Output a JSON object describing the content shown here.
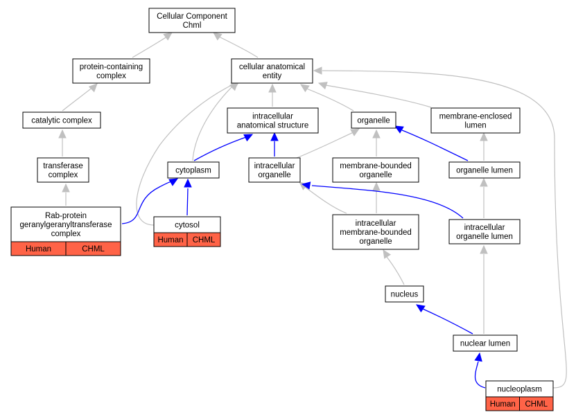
{
  "nodes": {
    "root": {
      "lines": [
        "Cellular Component",
        "Chml"
      ]
    },
    "pcc": {
      "lines": [
        "protein-containing",
        "complex"
      ]
    },
    "cae": {
      "lines": [
        "cellular anatomical",
        "entity"
      ]
    },
    "catalytic": {
      "lines": [
        "catalytic complex"
      ]
    },
    "ias": {
      "lines": [
        "intracellular",
        "anatomical structure"
      ]
    },
    "organelle": {
      "lines": [
        "organelle"
      ]
    },
    "mel": {
      "lines": [
        "membrane-enclosed",
        "lumen"
      ]
    },
    "transferase": {
      "lines": [
        "transferase",
        "complex"
      ]
    },
    "cytoplasm": {
      "lines": [
        "cytoplasm"
      ]
    },
    "intorg": {
      "lines": [
        "intracellular",
        "organelle"
      ]
    },
    "mbo": {
      "lines": [
        "membrane-bounded",
        "organelle"
      ]
    },
    "orglumen": {
      "lines": [
        "organelle lumen"
      ]
    },
    "rab": {
      "lines": [
        "Rab-protein",
        "geranylgeranyltransferase",
        "complex"
      ],
      "tags": [
        "Human",
        "CHML"
      ]
    },
    "cytosol": {
      "lines": [
        "cytosol"
      ],
      "tags": [
        "Human",
        "CHML"
      ]
    },
    "imbo": {
      "lines": [
        "intracellular",
        "membrane-bounded",
        "organelle"
      ]
    },
    "iol": {
      "lines": [
        "intracellular",
        "organelle lumen"
      ]
    },
    "nucleus": {
      "lines": [
        "nucleus"
      ]
    },
    "nuclumen": {
      "lines": [
        "nuclear lumen"
      ]
    },
    "nucleoplasm": {
      "lines": [
        "nucleoplasm"
      ],
      "tags": [
        "Human",
        "CHML"
      ]
    }
  },
  "colors": {
    "tag_fill": "#ff6347",
    "edge_gray": "#c0c0c0",
    "edge_blue": "#0000ff",
    "border": "#000000"
  }
}
